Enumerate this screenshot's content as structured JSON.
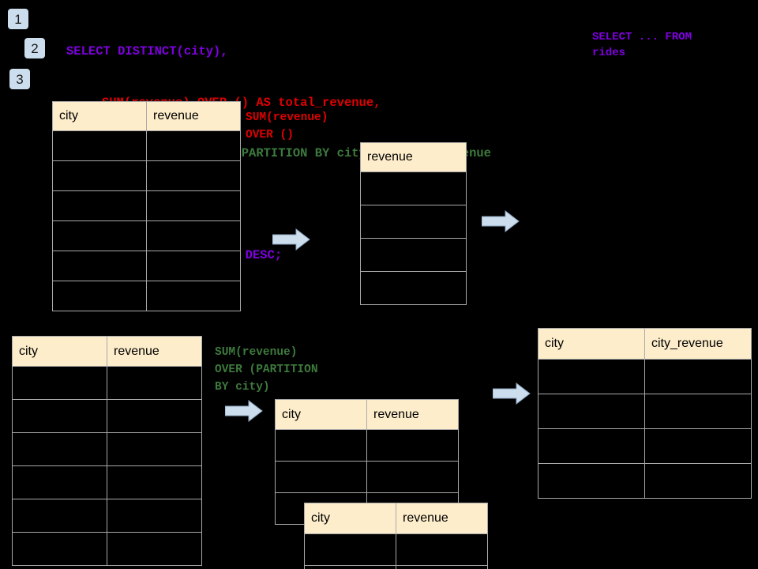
{
  "diagram": {
    "title_region": "sql-window-function-explanation",
    "colors": {
      "background": "#000000",
      "header_fill": "#fdedca",
      "cell_border": "#a9a9a9",
      "badge_fill": "#ccdded",
      "arrow_fill": "#ccdded",
      "arrow_stroke": "#6f8fae",
      "sql_keyword_purple": "#7f00e0",
      "sql_red": "#e00000",
      "sql_green": "#3d7a3d"
    }
  },
  "badges": [
    {
      "label": "1"
    },
    {
      "label": "2"
    },
    {
      "label": "3"
    }
  ],
  "sql": {
    "lines": [
      {
        "text": "SELECT DISTINCT(city),",
        "color": "#7f00e0",
        "indent": 0
      },
      {
        "text": "SUM(revenue) OVER () AS total_revenue,",
        "color": "#e00000",
        "indent": 3
      },
      {
        "text": "SUM(revenue) OVER (PARTITION BY city) as city_revenue",
        "color": "#3d7a3d",
        "indent": 3
      },
      {
        "text": "FROM rides",
        "color": "#7f00e0",
        "indent": 1
      },
      {
        "text": "ORDER by city_revenue DESC;",
        "color": "#7f00e0",
        "indent": 1
      }
    ]
  },
  "annotations": [
    {
      "name": "total-revenue-annotation",
      "text": "SUM(revenue)\nOVER ()",
      "color": "#e00000"
    },
    {
      "name": "city-revenue-annotation",
      "text": "SUM(revenue)\nOVER (PARTITION\nBY city)",
      "color": "#3d7a3d"
    },
    {
      "name": "outer-select-annotation",
      "text": "SELECT ... FROM\nrides",
      "color": "#7f00e0"
    }
  ],
  "tables": {
    "source_top": {
      "name": "rides-source-table-top",
      "headers": [
        "city",
        "revenue"
      ],
      "row_count": 6
    },
    "total_revenue": {
      "name": "total-revenue-table",
      "headers": [
        "revenue"
      ],
      "row_count": 4
    },
    "source_bottom": {
      "name": "rides-source-table-bottom",
      "headers": [
        "city",
        "revenue"
      ],
      "row_count": 6
    },
    "partition_back": {
      "name": "partition-table-back",
      "headers": [
        "city",
        "revenue"
      ],
      "row_count": 3
    },
    "partition_front": {
      "name": "partition-table-front",
      "headers": [
        "city",
        "revenue"
      ],
      "row_count": 2
    },
    "result": {
      "name": "final-result-table",
      "headers": [
        "city",
        "city_revenue"
      ],
      "row_count": 4
    }
  },
  "arrows": [
    {
      "name": "arrow-source-to-total"
    },
    {
      "name": "arrow-total-to-result"
    },
    {
      "name": "arrow-source-to-partition"
    },
    {
      "name": "arrow-partition-to-result"
    }
  ]
}
